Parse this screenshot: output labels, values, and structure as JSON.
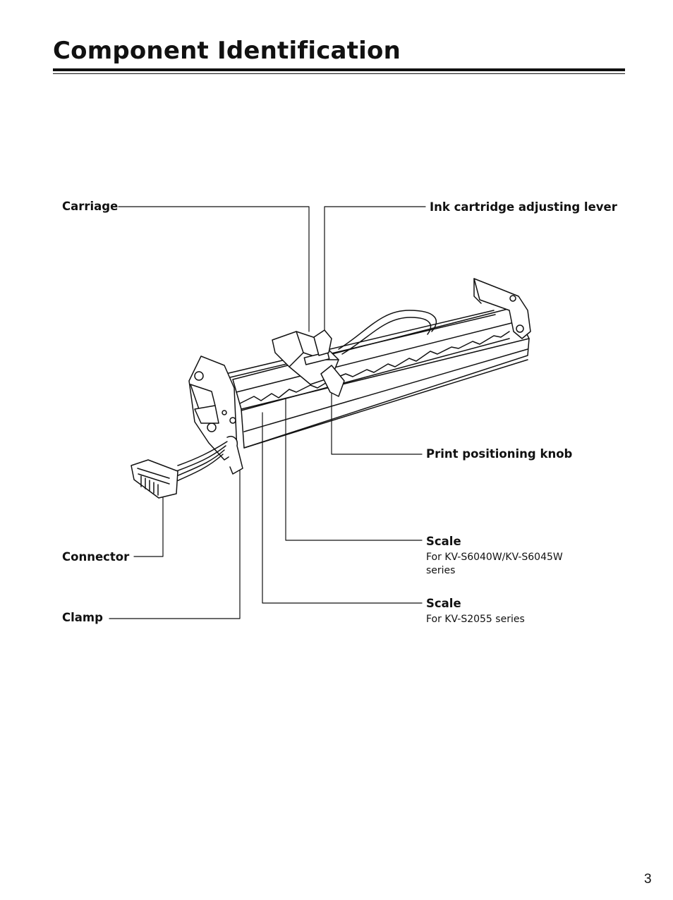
{
  "title": "Component Identification",
  "labels": {
    "carriage": "Carriage",
    "ink_lever": "Ink cartridge adjusting lever",
    "print_knob": "Print positioning knob",
    "scale_a": "Scale",
    "scale_a_note_1": "For KV-S6040W∕KV-S6045W",
    "scale_a_note_2": "series",
    "scale_b": "Scale",
    "scale_b_note": "For KV-S2055 series",
    "connector": "Connector",
    "clamp": "Clamp"
  },
  "page_number": "3"
}
